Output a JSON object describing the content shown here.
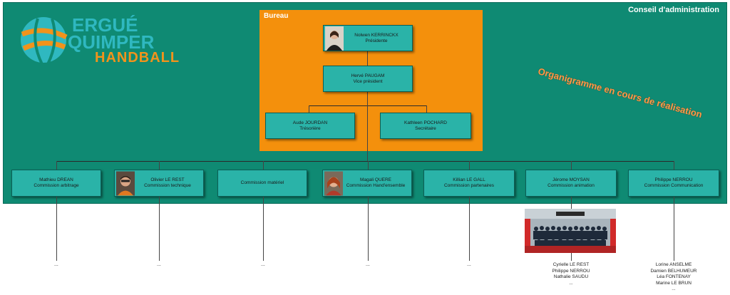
{
  "conseil_title": "Conseil d'administration",
  "logo": {
    "line1": "ERGUÉ",
    "line2": "QUIMPER",
    "line3": "HANDBALL"
  },
  "status_note": "Organigramme en cours de réalisation",
  "bureau": {
    "title": "Bureau",
    "president": {
      "name": "Nolwen KERRINCKX",
      "role": "Présidente"
    },
    "vice_president": {
      "name": "Hervé PAUGAM",
      "role": "Vice président"
    },
    "tresoriere": {
      "name": "Aude JOURDAN",
      "role": "Trésorière"
    },
    "secretaire": {
      "name": "Kathleen POCHARD",
      "role": "Secrétaire"
    }
  },
  "commissions": [
    {
      "name": "Mathieu DREAN",
      "role": "Commission arbitrage"
    },
    {
      "name": "Olivier LE REST",
      "role": "Commission technique"
    },
    {
      "name": "",
      "role": "Commission matériel"
    },
    {
      "name": "Magali QUERE",
      "role": "Commission Hand'ensemble"
    },
    {
      "name": "Killian LE GALL",
      "role": "Commission partenaires"
    },
    {
      "name": "Jérome MOYSAN",
      "role": "Commission animation"
    },
    {
      "name": "Philippe NERROU",
      "role": "Commission Communication"
    }
  ],
  "members": {
    "arbitrage": "...",
    "technique": "...",
    "materiel": "...",
    "hand_ensemble": "...",
    "partenaires": "...",
    "animation": [
      "Cyrielle LE REST",
      "Philippe NERROU",
      "Nathalie SAUDU",
      "..."
    ],
    "communication": [
      "Lorine ANSELME",
      "Damien BELHUMEUR",
      "Léa FONTENAY",
      "Marine LE BRUN",
      "..."
    ]
  },
  "colors": {
    "board_bg": "#0f8a73",
    "bureau_bg": "#f4900c",
    "box_bg": "#2ab3a8",
    "logo_blue": "#2fb8c0",
    "logo_orange": "#f2931b"
  }
}
